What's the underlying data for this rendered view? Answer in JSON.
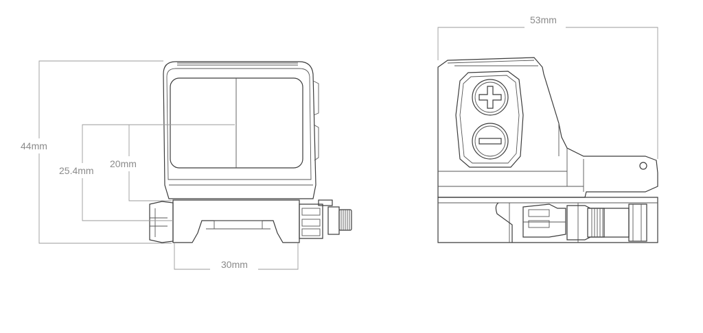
{
  "dimensions": {
    "height_overall": "44mm",
    "height_rail": "25.4mm",
    "height_window": "20mm",
    "width_base": "30mm",
    "length_overall": "53mm"
  },
  "colors": {
    "line": "#3a3a3a",
    "dimension": "#9a9a9a",
    "label": "#8a8a8a",
    "background": "#ffffff"
  },
  "icons": {
    "brightness_up": "plus-button-icon",
    "brightness_down": "minus-button-icon"
  }
}
